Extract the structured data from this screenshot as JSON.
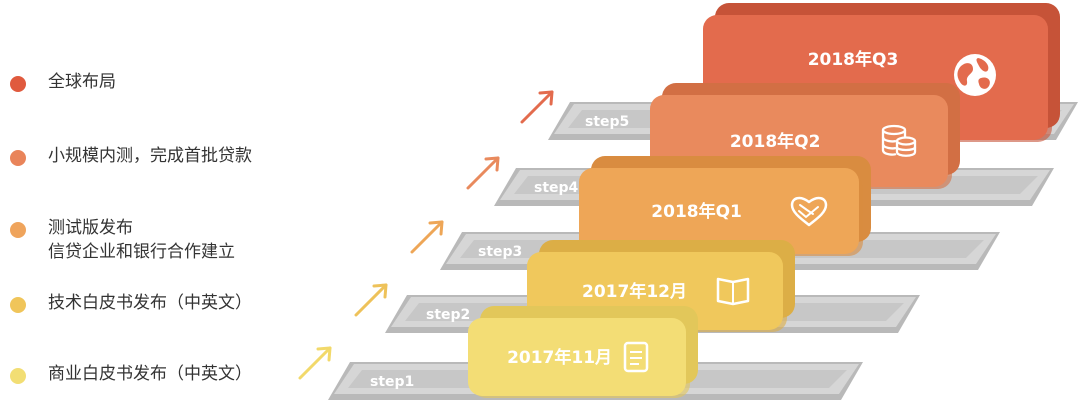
{
  "legend": [
    {
      "lines": [
        "全球布局"
      ],
      "color": "#e05a3e"
    },
    {
      "lines": [
        "小规模内测，完成首批贷款"
      ],
      "color": "#e9845a"
    },
    {
      "lines": [
        "测试版发布",
        "信贷企业和银行合作建立"
      ],
      "color": "#efa45c"
    },
    {
      "lines": [
        "技术白皮书发布（中英文）"
      ],
      "color": "#f0c55a"
    },
    {
      "lines": [
        "商业白皮书发布（中英文）"
      ],
      "color": "#f2de74"
    }
  ],
  "steps": [
    {
      "label": "step1",
      "date": "2017年11月",
      "icon": "document-icon",
      "color": "#f3dd75",
      "side": "#e2c75a"
    },
    {
      "label": "step2",
      "date": "2017年12月",
      "icon": "book-icon",
      "color": "#f0c85c",
      "side": "#dcae46"
    },
    {
      "label": "step3",
      "date": "2018年Q1",
      "icon": "handshake-heart-icon",
      "color": "#eea657",
      "side": "#d98c40"
    },
    {
      "label": "step4",
      "date": "2018年Q2",
      "icon": "coins-icon",
      "color": "#e98a5d",
      "side": "#d26f44"
    },
    {
      "label": "step5",
      "date": "2018年Q3",
      "icon": "globe-icon",
      "color": "#e36b4d",
      "side": "#c65338"
    }
  ]
}
